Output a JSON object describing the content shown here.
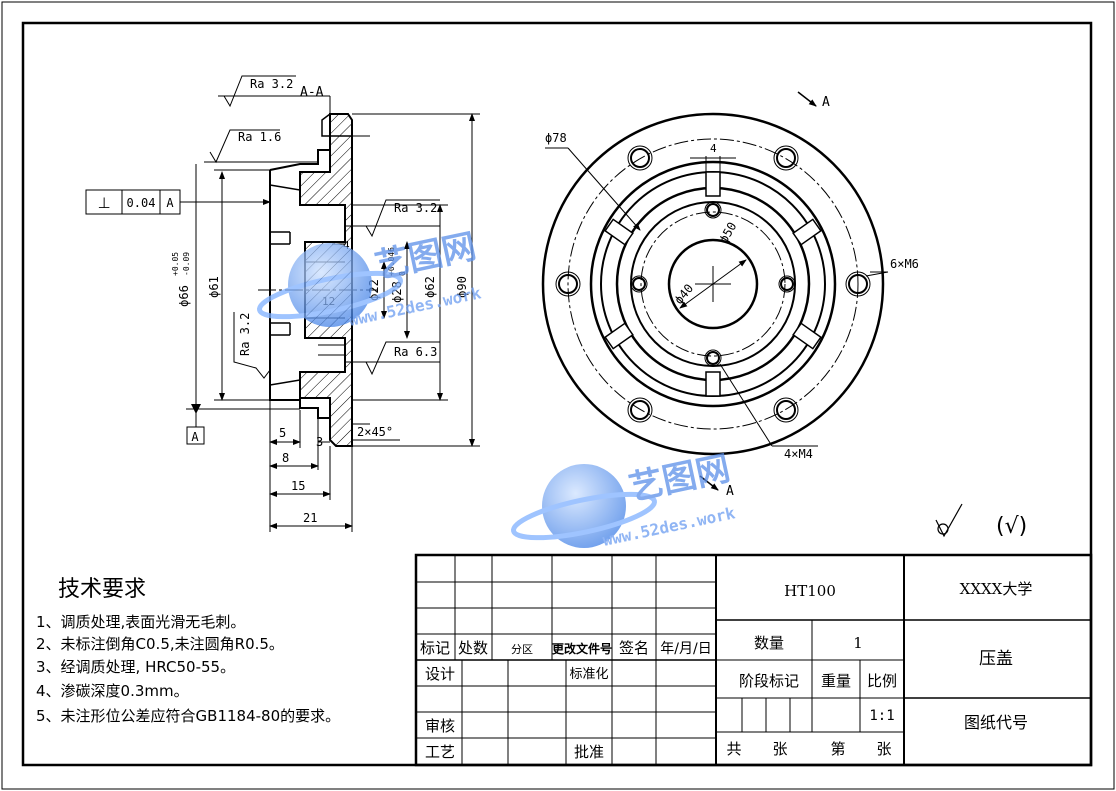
{
  "section_view": {
    "section_label": "A-A",
    "roughness_top": "Ra 3.2",
    "roughness_ra16": "Ra 1.6",
    "roughness_bore": "Ra 3.2",
    "roughness_left": "Ra 3.2",
    "roughness_bottom": "Ra 6.3",
    "tolerance_symbol": "⊥",
    "tolerance_value": "0.04",
    "tolerance_datum": "A",
    "datum_label": "A",
    "dim_d66": "ϕ66",
    "dim_d66_upper": "+0.05",
    "dim_d66_lower": "-0.09",
    "dim_d61": "ϕ61",
    "dim_d22": "ϕ22",
    "dim_d28": "ϕ28",
    "dim_d28_upper": "+0.046",
    "dim_d28_lower": "0",
    "dim_d62": "ϕ62",
    "dim_d90": "ϕ90",
    "dim_4": "4",
    "dim_12": "12",
    "dim_5": "5",
    "dim_3": "3",
    "dim_8": "8",
    "dim_15": "15",
    "dim_21": "21",
    "chamfer": "2×45°"
  },
  "front_view": {
    "arrow_label_top": "A",
    "arrow_label_bottom": "A",
    "dim_d78": "ϕ78",
    "dim_4": "4",
    "dim_d50": "ϕ50",
    "dim_d40": "ϕ40",
    "holes_m6": "6×M6",
    "holes_m4": "4×M4"
  },
  "watermark": {
    "name": "艺图网",
    "url": "www.52des.work"
  },
  "other_roughness": "(√)",
  "tech_requirements": {
    "title": "技术要求",
    "items": [
      "1、调质处理,表面光滑无毛刺。",
      "2、未标注倒角C0.5,未注圆角R0.5。",
      "3、经调质处理, HRC50-55。",
      "4、渗碳深度0.3mm。",
      "5、未注形位公差应符合GB1184-80的要求。"
    ]
  },
  "title_block": {
    "material": "HT100",
    "school": "XXXX大学",
    "part_name": "压盖",
    "drawing_no": "图纸代号",
    "quantity_label": "数量",
    "quantity_value": "1",
    "stage_mark": "阶段标记",
    "weight": "重量",
    "scale_label": "比例",
    "scale_value": "1:1",
    "sheets_total": "共",
    "sheets_unit": "张",
    "sheet_no": "第",
    "sheet_unit2": "张",
    "rev_mark": "标记",
    "rev_count": "处数",
    "rev_zone": "分区",
    "rev_doc": "更改文件号",
    "rev_sign": "签名",
    "rev_date": "年/月/日",
    "design": "设计",
    "standardize": "标准化",
    "review": "审核",
    "process": "工艺",
    "approve": "批准"
  }
}
